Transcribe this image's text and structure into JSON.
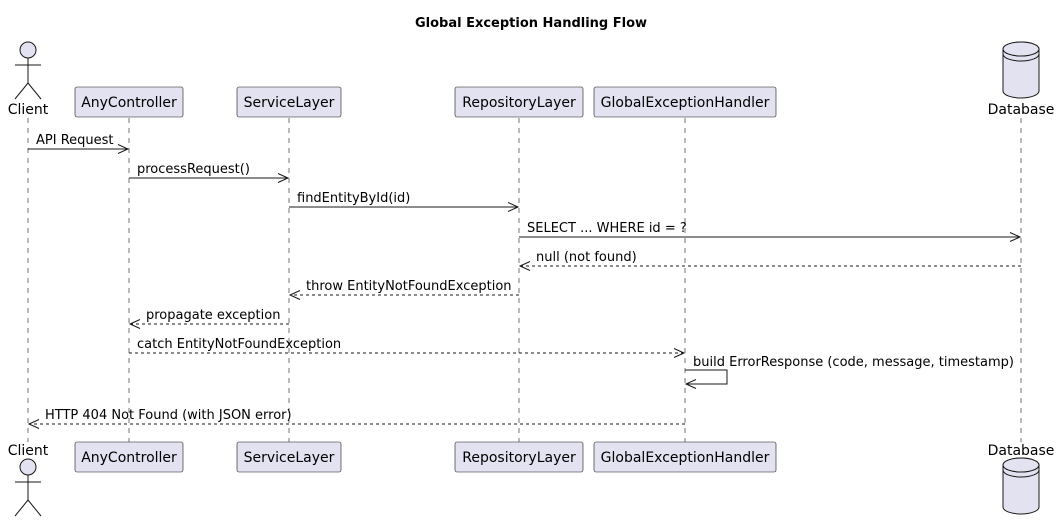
{
  "title": "Global Exception Handling Flow",
  "participants": [
    {
      "id": "client",
      "label": "Client",
      "kind": "actor"
    },
    {
      "id": "controller",
      "label": "AnyController",
      "kind": "participant"
    },
    {
      "id": "service",
      "label": "ServiceLayer",
      "kind": "participant"
    },
    {
      "id": "repository",
      "label": "RepositoryLayer",
      "kind": "participant"
    },
    {
      "id": "handler",
      "label": "GlobalExceptionHandler",
      "kind": "participant"
    },
    {
      "id": "database",
      "label": "Database",
      "kind": "database"
    }
  ],
  "messages": [
    {
      "from": "client",
      "to": "controller",
      "label": "API Request",
      "style": "solid"
    },
    {
      "from": "controller",
      "to": "service",
      "label": "processRequest()",
      "style": "solid"
    },
    {
      "from": "service",
      "to": "repository",
      "label": "findEntityById(id)",
      "style": "solid"
    },
    {
      "from": "repository",
      "to": "database",
      "label": "SELECT ... WHERE id = ?",
      "style": "solid"
    },
    {
      "from": "database",
      "to": "repository",
      "label": "null (not found)",
      "style": "dashed"
    },
    {
      "from": "repository",
      "to": "service",
      "label": "throw EntityNotFoundException",
      "style": "dashed"
    },
    {
      "from": "service",
      "to": "controller",
      "label": "propagate exception",
      "style": "dashed"
    },
    {
      "from": "controller",
      "to": "handler",
      "label": "catch EntityNotFoundException",
      "style": "dashed"
    },
    {
      "from": "handler",
      "to": "handler",
      "label": "build ErrorResponse (code, message, timestamp)",
      "style": "solid"
    },
    {
      "from": "handler",
      "to": "client",
      "label": "HTTP 404 Not Found (with JSON error)",
      "style": "dashed"
    }
  ],
  "colors": {
    "participant_fill": "#E2E2F0",
    "stroke": "#181818",
    "text": "#000000"
  }
}
